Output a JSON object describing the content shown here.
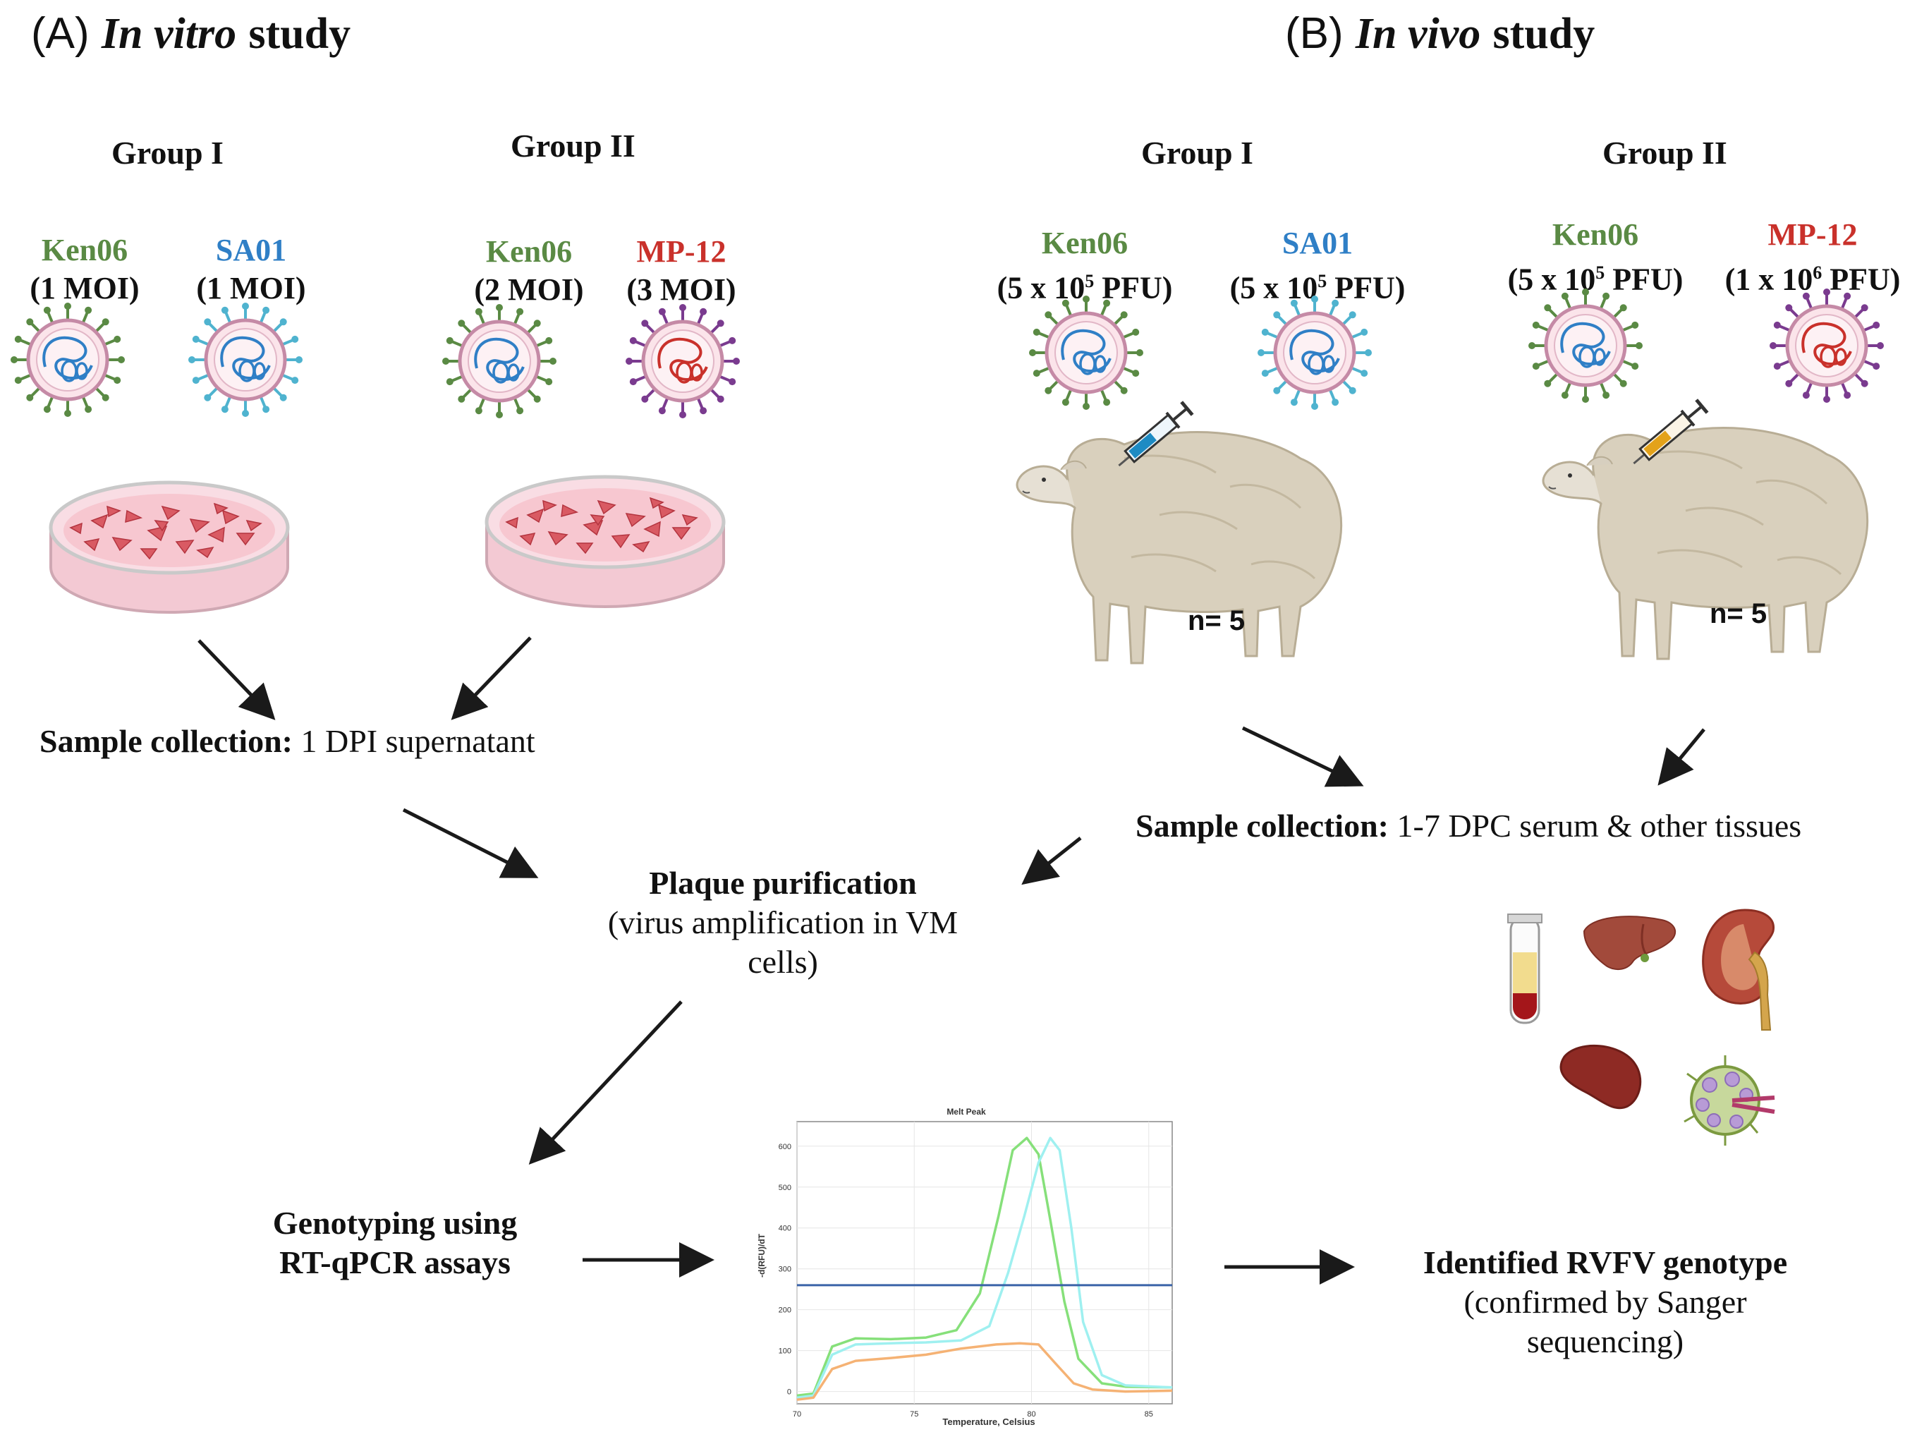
{
  "panel_a": {
    "prefix": "(A)",
    "italic": "In vitro",
    "suffix": "study"
  },
  "panel_b": {
    "prefix": "(B)",
    "italic": "In vivo",
    "suffix": "study"
  },
  "a_groups": [
    {
      "label": "Group I",
      "strains": [
        {
          "name": "Ken06",
          "dose": "(1 MOI)",
          "color": "#5a8a44"
        },
        {
          "name": "SA01",
          "dose": "(1 MOI)",
          "color": "#2f7fc6"
        }
      ]
    },
    {
      "label": "Group II",
      "strains": [
        {
          "name": "Ken06",
          "dose": "(2 MOI)",
          "color": "#5a8a44"
        },
        {
          "name": "MP-12",
          "dose": "(3 MOI)",
          "color": "#c9312b"
        }
      ]
    }
  ],
  "b_groups": [
    {
      "label": "Group I",
      "n": "n= 5",
      "strains": [
        {
          "name": "Ken06",
          "dose_coef": "(5 x 10",
          "dose_exp": "5",
          "dose_unit": " PFU)",
          "color": "#5a8a44"
        },
        {
          "name": "SA01",
          "dose_coef": "(5 x 10",
          "dose_exp": "5",
          "dose_unit": " PFU)",
          "color": "#2f7fc6"
        }
      ]
    },
    {
      "label": "Group II",
      "n": "n= 5",
      "strains": [
        {
          "name": "Ken06",
          "dose_coef": "(5 x 10",
          "dose_exp": "5",
          "dose_unit": " PFU)",
          "color": "#5a8a44"
        },
        {
          "name": "MP-12",
          "dose_coef": "(1 x 10",
          "dose_exp": "6",
          "dose_unit": " PFU)",
          "color": "#c9312b"
        }
      ]
    }
  ],
  "a_sample": {
    "bold": "Sample collection:",
    "rest": " 1 DPI supernatant"
  },
  "b_sample": {
    "bold": "Sample collection:",
    "rest": " 1-7 DPC serum & other tissues"
  },
  "plaque": {
    "title": "Plaque purification",
    "line2": "(virus amplification in VM",
    "line3": "cells)"
  },
  "genotyping": {
    "line1": "Genotyping using",
    "line2": "RT-qPCR assays"
  },
  "identified": {
    "title": "Identified RVFV genotype",
    "line2": "(confirmed by Sanger",
    "line3": "sequencing)"
  },
  "melt_chart": {
    "title": "Melt Peak",
    "xlabel": "Temperature, Celsius",
    "ylabel": "-d(RFU)/dT"
  },
  "chart_data": {
    "type": "line",
    "title": "Melt Peak",
    "xlabel": "Temperature, Celsius",
    "ylabel": "-d(RFU)/dT",
    "xlim": [
      70,
      86
    ],
    "ylim": [
      -30,
      660
    ],
    "xticks": [
      70,
      75,
      80,
      85
    ],
    "yticks": [
      0,
      100,
      200,
      300,
      400,
      500,
      600
    ],
    "threshold": 260,
    "series": [
      {
        "color": "#86e07a",
        "x": [
          70,
          70.7,
          71.5,
          72.5,
          74,
          75.5,
          76.8,
          77.8,
          78.6,
          79.2,
          79.8,
          80.3,
          80.8,
          81.4,
          82,
          83,
          84,
          86
        ],
        "y": [
          -10,
          -5,
          110,
          130,
          128,
          132,
          150,
          240,
          430,
          590,
          620,
          580,
          420,
          220,
          80,
          20,
          12,
          10
        ]
      },
      {
        "color": "#9ff0f0",
        "x": [
          70,
          70.7,
          71.5,
          72.5,
          74,
          75.5,
          77,
          78.2,
          79,
          79.7,
          80.3,
          80.8,
          81.2,
          81.7,
          82.2,
          83,
          84,
          86
        ],
        "y": [
          -15,
          -10,
          90,
          115,
          118,
          120,
          125,
          160,
          290,
          430,
          560,
          620,
          590,
          400,
          170,
          40,
          15,
          10
        ]
      },
      {
        "color": "#f5b274",
        "x": [
          70,
          70.7,
          71.5,
          72.5,
          74,
          75.5,
          77,
          78.5,
          79.5,
          80.3,
          81,
          81.8,
          82.6,
          84,
          86
        ],
        "y": [
          -20,
          -15,
          55,
          75,
          82,
          90,
          105,
          115,
          118,
          115,
          70,
          20,
          5,
          0,
          2
        ]
      }
    ]
  },
  "colors": {
    "green": "#5a8a44",
    "blue": "#2f7fc6",
    "red": "#c9312b",
    "arrow": "#1a1a1a",
    "threshold": "#3a63a8"
  },
  "icons": [
    "virus-icon",
    "petri-dish-icon",
    "sheep-icon",
    "syringe-icon",
    "blood-tube-icon",
    "liver-icon",
    "kidney-icon",
    "spleen-icon",
    "lymph-node-icon"
  ]
}
